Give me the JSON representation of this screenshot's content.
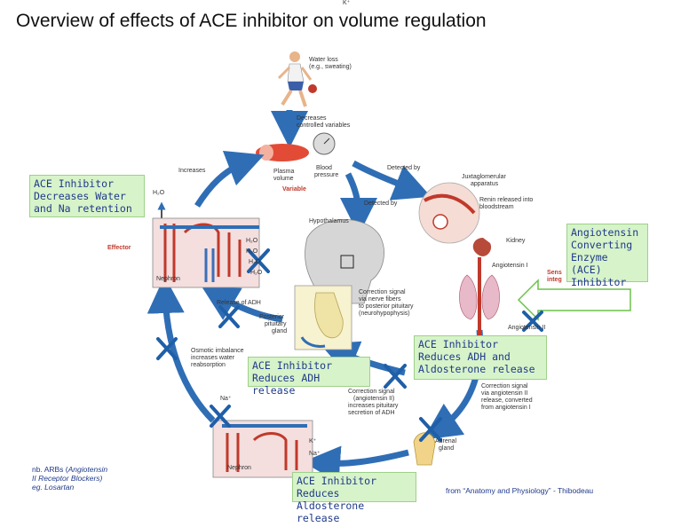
{
  "title": "Overview of effects of ACE inhibitor on volume regulation",
  "labels": {
    "water_loss": "Water loss",
    "water_loss_eg": "(e.g., sweating)",
    "decreases": "Decreases",
    "controlled_variables": "controlled variables",
    "increases": "Increases",
    "plasma": "Plasma",
    "volume": "volume",
    "blood": "Blood",
    "pressure": "pressure",
    "variable": "Variable",
    "detected_by_1": "Detected by",
    "detected_by_2": "Detected by",
    "h2o_top": "H₂O",
    "effector": "Effector",
    "nephron_1": "Nephron",
    "h2o_a": "H₂O",
    "h2o_b": "H₂O",
    "h2o_c": "H₂O",
    "h2o_d": "H₂O",
    "hypothalamus": "Hypothalamus",
    "juxta_1": "Juxtaglomerular",
    "juxta_2": "apparatus",
    "renin_1": "Renin released into",
    "renin_2": "bloodstream",
    "kidney": "Kidney",
    "angiotensin_1": "Angiotensin I",
    "sens_1": "Sens",
    "sens_2": "integ",
    "angiotensin_2": "Angiotensin II",
    "release_adh": "Release of ADH",
    "posterior_1": "Posterior",
    "posterior_2": "pituitary",
    "posterior_3": "gland",
    "corr1_1": "Correction signal",
    "corr1_2": "via nerve fibers",
    "corr1_3": "to posterior pituitary",
    "corr1_4": "(neurohypophysis)",
    "osmotic_1": "Osmotic imbalance",
    "osmotic_2": "increases water",
    "osmotic_3": "reabsorption",
    "corr2_1": "Correction signal",
    "corr2_2": "(angiotensin II)",
    "corr2_3": "increases pituitary",
    "corr2_4": "secretion of ADH",
    "corr3_1": "Correction signal",
    "corr3_2": "via angiotensin II",
    "corr3_3": "release, converted",
    "corr3_4": "from angiotensin I",
    "na_1": "Na⁺",
    "k_1": "K⁺",
    "na_2": "Na⁺",
    "nephron_2": "Nephron",
    "adrenal_1": "Adrenal",
    "adrenal_2": "gland",
    "k_top": "K⁺"
  },
  "boxes": {
    "ace_water_na": "ACE Inhibitor Decreases Water and Na retention",
    "ace_enzyme": "Angiotensin Converting Enzyme (ACE) Inhibitor",
    "ace_adh_release": "ACE Inhibitor Reduces ADH release",
    "ace_adh_aldo": "ACE Inhibitor Reduces ADH and Aldosterone release",
    "ace_aldo": "ACE Inhibitor Reduces Aldosterone release"
  },
  "note": {
    "line1_prefix": "nb. ARBs (",
    "line1_italic": "Angiotensin",
    "line2": "II Receptor Blockers)",
    "line3": "eg. Losartan"
  },
  "source": "from “Anatomy and Physiology” - Thibodeau",
  "colors": {
    "arrow": "#2f6eb5",
    "cross": "#1f5fa8",
    "box_fill": "#d7f3c9",
    "box_text": "#1f3a8a",
    "variable": "#c0392b"
  }
}
